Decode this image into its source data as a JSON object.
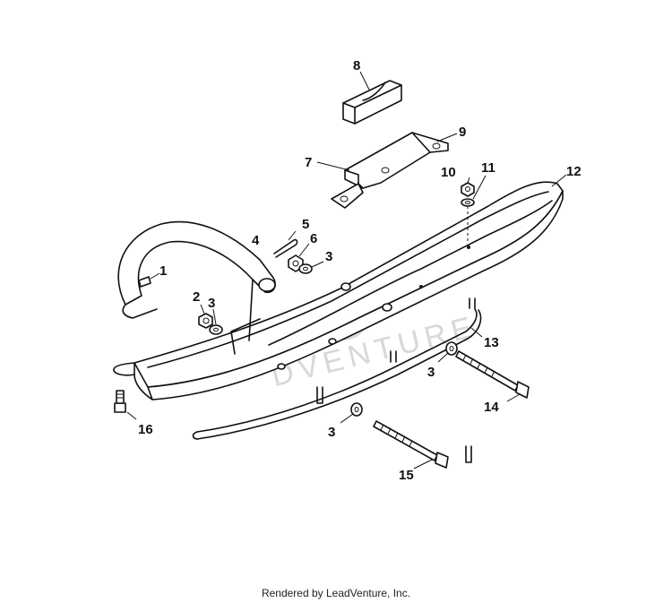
{
  "watermark": "DVENTURE",
  "credit": "Rendered by LeadVenture, Inc.",
  "labels": {
    "p1": "1",
    "p2": "2",
    "p3a": "3",
    "p3b": "3",
    "p3c": "3",
    "p3d": "3",
    "p4": "4",
    "p5": "5",
    "p6": "6",
    "p7": "7",
    "p8": "8",
    "p9": "9",
    "p10": "10",
    "p11": "11",
    "p12": "12",
    "p13": "13",
    "p14": "14",
    "p15": "15",
    "p16": "16"
  }
}
